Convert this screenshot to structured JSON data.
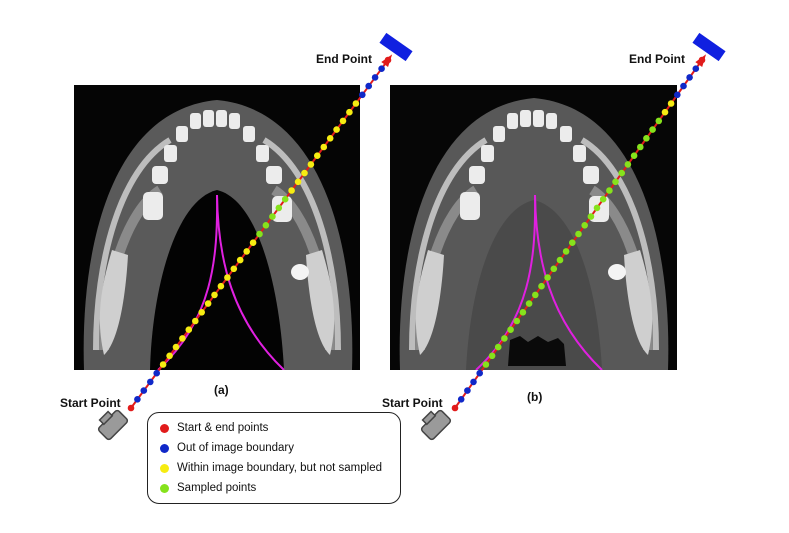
{
  "panels": [
    {
      "caption": "(a)",
      "start_label": "Start Point",
      "end_label": "End Point"
    },
    {
      "caption": "(b)",
      "start_label": "Start Point",
      "end_label": "End Point"
    }
  ],
  "legend": [
    {
      "label": "Start & end points",
      "color": "#e11b1b"
    },
    {
      "label": "Out of image boundary",
      "color": "#1028c8"
    },
    {
      "label": "Within image boundary, but not sampled",
      "color": "#f6ec12"
    },
    {
      "label": "Sampled points",
      "color": "#86e21c"
    }
  ],
  "colors": {
    "ray": "#e11b1b",
    "start_end": "#e11b1b",
    "outside": "#1028c8",
    "inside_not_sampled": "#f6ec12",
    "sampled": "#86e21c",
    "curve": "#e020e0",
    "detector": "#1020e0",
    "source": "#9a9a9a"
  },
  "icons": {
    "source": "xray-source-icon",
    "detector": "detector-icon"
  }
}
